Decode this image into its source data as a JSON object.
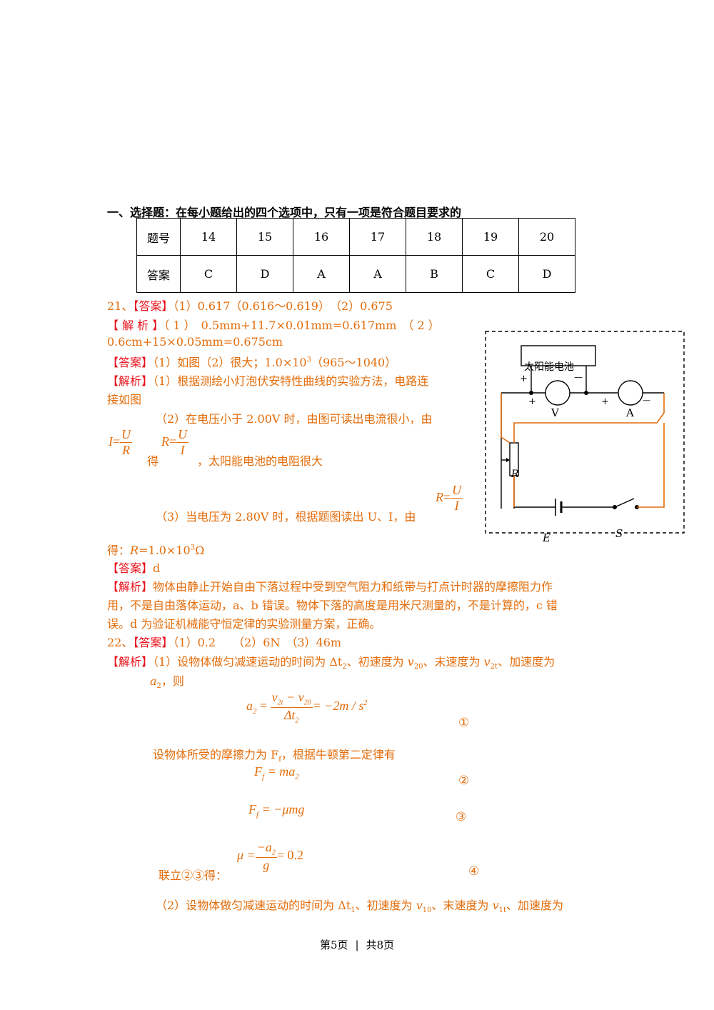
{
  "section1": {
    "heading": "一、选择题：在每小题给出的四个选项中，只有一项是符合题目要求的",
    "row_label_num": "题号",
    "row_label_ans": "答案",
    "nums": [
      "14",
      "15",
      "16",
      "17",
      "18",
      "19",
      "20"
    ],
    "answers": [
      "C",
      "D",
      "A",
      "A",
      "B",
      "C",
      "D"
    ]
  },
  "q21": {
    "num": "21、",
    "ans_tag": "【答案】",
    "ans_text": "（1）0.617（0.616～0.619）　（2）0.675",
    "jx_tag": "【 解 析 】",
    "jx_text1": "（ 1 ）　0.5mm+11.7×0.01mm=0.617mm　（ 2 ）",
    "jx_text2": "0.6cm+15×0.05mm=0.675cm",
    "ans2_tag": "【答案】",
    "ans2_text": "（1）如图（2）很大；1.0×10",
    "ans2_sup": "3",
    "ans2_tail": "（965～1040）",
    "jx2_tag": "【解析】",
    "jx2_text1": "（1）根据测绘小灯泡伏安特性曲线的实验方法，电路连",
    "jx2_text2": "接如图",
    "p2_text": "（2）在电压小于 2.00V 时，由图可读出电流很小，由",
    "f_I": "I",
    "f_eq": "=",
    "f_U": "U",
    "f_R": "R",
    "de": "得",
    "p2_tail": "，太阳能电池的电阻很大",
    "p3_text": "（3）当电压为 2.80V 时，根据题图读出 U、I，由",
    "result_a": "得：",
    "result_R": "R",
    "result_b": "=1.0×10",
    "result_sup": "3",
    "result_c": "Ω",
    "ans3_tag": "【答案】",
    "ans3_text": "d",
    "jx3_tag": "【解析】",
    "jx3_text1": "物体由静止开始自由下落过程中受到空气阻力和纸带与打点计时器的摩擦阻力作",
    "jx3_text2": "用，不是自由落体运动，a、b 错误。物体下落的高度是用米尺测量的，不是计算的，c 错",
    "jx3_text3": "误。d 为验证机械能守恒定律的实验测量方案，正确。"
  },
  "circuit": {
    "battery_label": "太阳能电池",
    "plus": "+",
    "minus": "—",
    "voltmeter": "V",
    "ammeter": "A",
    "rheostat": "R",
    "source": "E",
    "switch": "S"
  },
  "q22": {
    "num": "22、",
    "ans_tag": "【答案】",
    "ans_text": "（1）0.2　　（2）6N　（3）46m",
    "jx_tag": "【解析】",
    "jx_text1a": "（1）设物体做匀减速运动的时间为 Δt",
    "jx_sub2": "2",
    "jx_text1b": "、初速度为 ",
    "v20": "v",
    "v20_sub": "20",
    "jx_text1c": "、末速度为 ",
    "v2t": "v",
    "v2t_sub": "2t",
    "jx_text1d": "、加速度为",
    "a2": "a",
    "a2_sub": "2",
    "then": "，则",
    "eq1_lhs": "a",
    "eq1_lhs_sub": "2",
    "eq1_num": "v",
    "eq1_num_a": "2t",
    "eq1_minus": " − v",
    "eq1_num_b": "20",
    "eq1_den": "Δt",
    "eq1_den_sub": "2",
    "eq1_rhs": "= −2m / s",
    "eq1_rhs_sup": "2",
    "m1": "①",
    "fric_text": "设物体所受的摩擦力为 F",
    "fric_sub": "f",
    "fric_tail": "，根据牛顿第二定律有",
    "eq2": "F",
    "eq2_sub": "f",
    "eq2_rhs": " = ma",
    "eq2_rhs_sub": "2",
    "m2": "②",
    "eq3": "F",
    "eq3_sub": "f",
    "eq3_rhs": " = −μmg",
    "m3": "③",
    "eq4_mu": "μ =",
    "eq4_num": "−a",
    "eq4_num_sub": "2",
    "eq4_den": "g",
    "eq4_rhs": "= 0.2",
    "lianli": "联立②③得：",
    "m4": "④",
    "p2a": "（2）设物体做匀减速运动的时间为 Δt",
    "p2_sub1": "1",
    "p2b": "、初速度为 ",
    "v10": "v",
    "v10_sub": "10",
    "p2c": "、末速度为 ",
    "v1t": "v",
    "v1t_sub": "1t",
    "p2d": "、加速度为"
  },
  "footer": {
    "page": "第5页",
    "sep": "|",
    "total": "共8页"
  }
}
